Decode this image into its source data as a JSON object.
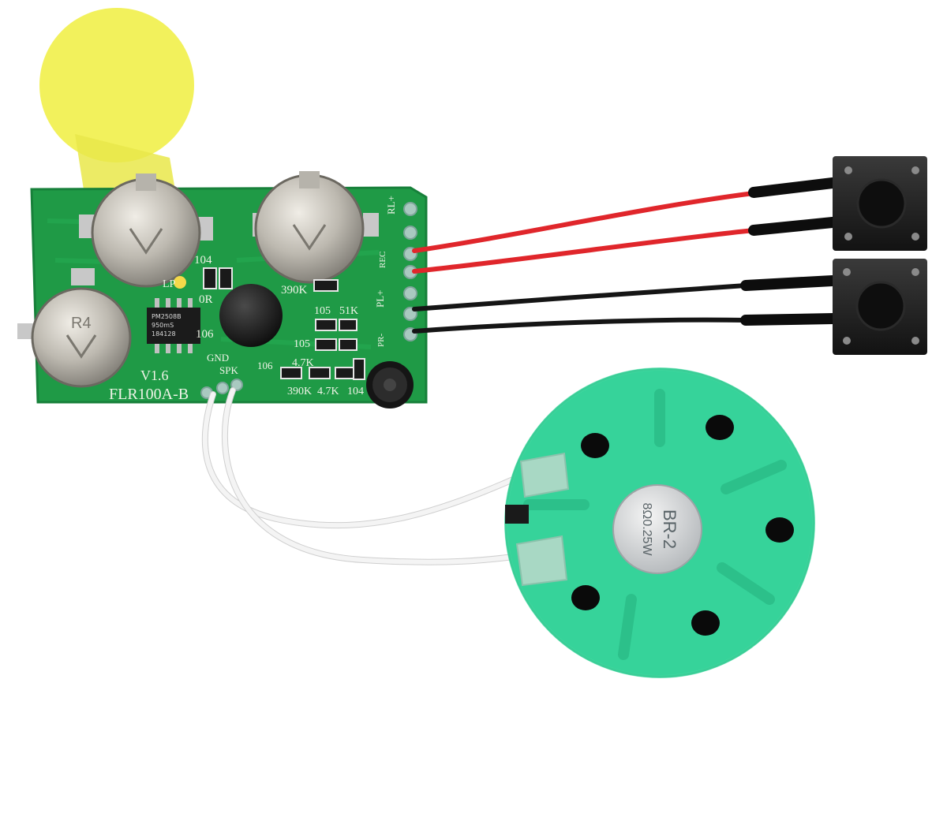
{
  "image": {
    "background_color": "#ffffff",
    "pcb_color": "#1f9a46",
    "speaker_color": "#36d39a",
    "red_wire_color": "#e0262b",
    "black_wire_color": "#151515",
    "white_wire_color": "#f4f4f4",
    "tape_color": "#f1f04a"
  },
  "board": {
    "version": "V1.6",
    "model": "FLR100A-B",
    "labels": {
      "c104_top": "104",
      "r0": "0R",
      "lp": "LP",
      "r390k_top": "390K",
      "c105_a": "105",
      "r51k": "51K",
      "c105_b": "105",
      "c106_left": "106",
      "r4_7k_a": "4.7K",
      "c106_bottom": "106",
      "r390k_bottom": "390K",
      "r4_7k_b": "4.7K",
      "c104_bottom": "104",
      "gnd": "GND",
      "spk": "SPK",
      "pin_rl": "RL+",
      "pin_rec": "REC",
      "pin_pl": "PL+",
      "pin_pr": "PR-",
      "battery_mark": "R4"
    },
    "chip": {
      "line1": "PM2508B",
      "line2": "950mS",
      "line3": "184128"
    }
  },
  "speaker": {
    "label_line1": "BR-2",
    "label_line2": "8Ω0.25W"
  }
}
